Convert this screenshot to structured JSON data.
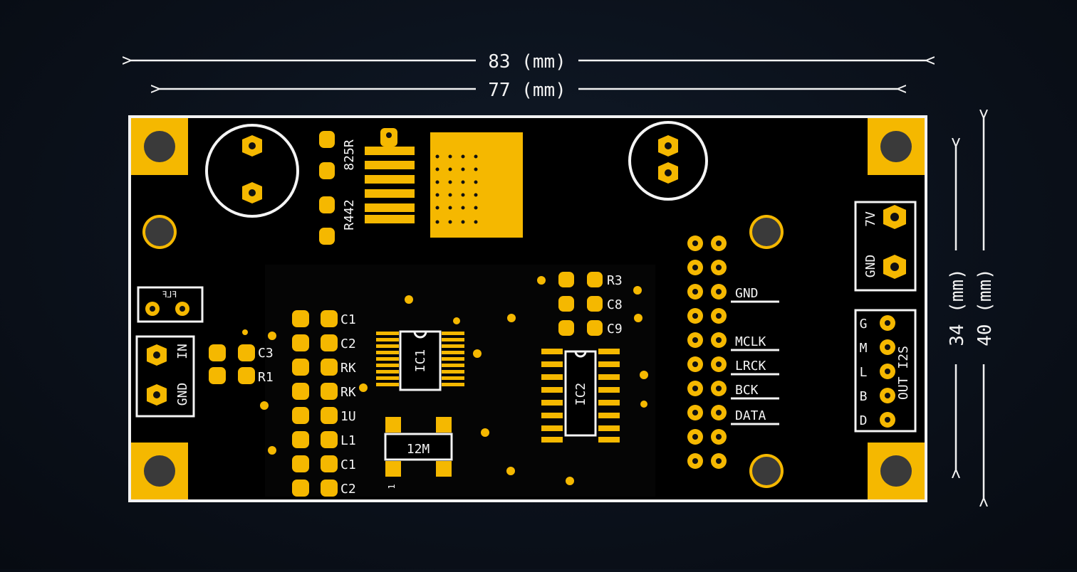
{
  "dimensions": {
    "outer_width": "83 (mm)",
    "inner_width": "77 (mm)",
    "inner_height": "34 (mm)",
    "outer_height": "40 (mm)"
  },
  "silkscreen": {
    "r825": "825R",
    "r442": "R442",
    "power_7v": "7V",
    "power_gnd": "GND",
    "in_label": "IN",
    "in_gnd": "GND",
    "c3": "C3",
    "r1": "R1",
    "col_labels": [
      "C1",
      "C2",
      "RK",
      "RK",
      "1U",
      "L1",
      "C1",
      "C2"
    ],
    "ic1": "IC1",
    "ic2": "IC2",
    "crystal": "12M",
    "pin1_mark": "1",
    "r3": "R3",
    "c8": "C8",
    "c9": "C9",
    "header_gnd": "GND",
    "header_mclk": "MCLK",
    "header_lrck": "LRCK",
    "header_bck": "BCK",
    "header_data": "DATA",
    "out_pins": [
      "G",
      "M",
      "L",
      "B",
      "D"
    ],
    "out_i2s": "OUT I2S",
    "small_header_text": "ꟻ⅃ꟻ"
  },
  "colors": {
    "board": "#000000",
    "copper": "#f5b800",
    "silkscreen": "#f4f4f4",
    "background": "#0b111b"
  }
}
